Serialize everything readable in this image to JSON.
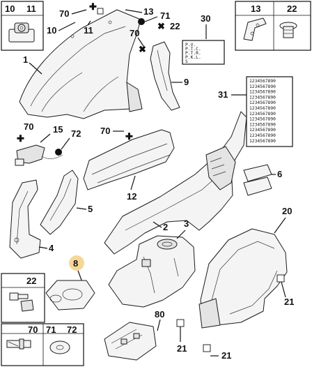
{
  "title": "",
  "colors": {
    "highlight": "#f6d79a",
    "ink": "#111111",
    "part_fill": "#f4f4f4"
  },
  "callouts": {
    "c1": "1",
    "c2": "2",
    "c3": "3",
    "c4": "4",
    "c5": "5",
    "c6": "6",
    "c8": "8",
    "c9": "9",
    "c10": "10",
    "c10b": "10",
    "c11": "11",
    "c11b": "11",
    "c12": "12",
    "c13": "13",
    "c13b": "13",
    "c15": "15",
    "c20": "20",
    "c21a": "21",
    "c21b": "21",
    "c21c": "21",
    "c22": "22",
    "c22b": "22",
    "c30": "30",
    "c31": "31",
    "c70a": "70",
    "c70b": "70",
    "c70c": "70",
    "c70d": "70",
    "c70e": "70",
    "c71": "71",
    "c71b": "71",
    "c72": "72",
    "c72b": "72",
    "c80": "80"
  },
  "label_30": [
    "P.V.",
    "P.T.C.",
    "P.T.R.",
    "P.K.L.",
    "S"
  ],
  "label_31_rows": [
    "1234567890",
    "1234567890",
    "1234567890",
    "1234567890",
    "1234567890",
    "1234567890",
    "1234567890",
    "1234567890",
    "1234567890",
    "1234567890",
    "1234567890",
    "1234567890"
  ],
  "icons": [
    "fastener-box-10-11",
    "clip-box-13",
    "bolt-box-22",
    "bolt-washer-box-70-71-72"
  ]
}
